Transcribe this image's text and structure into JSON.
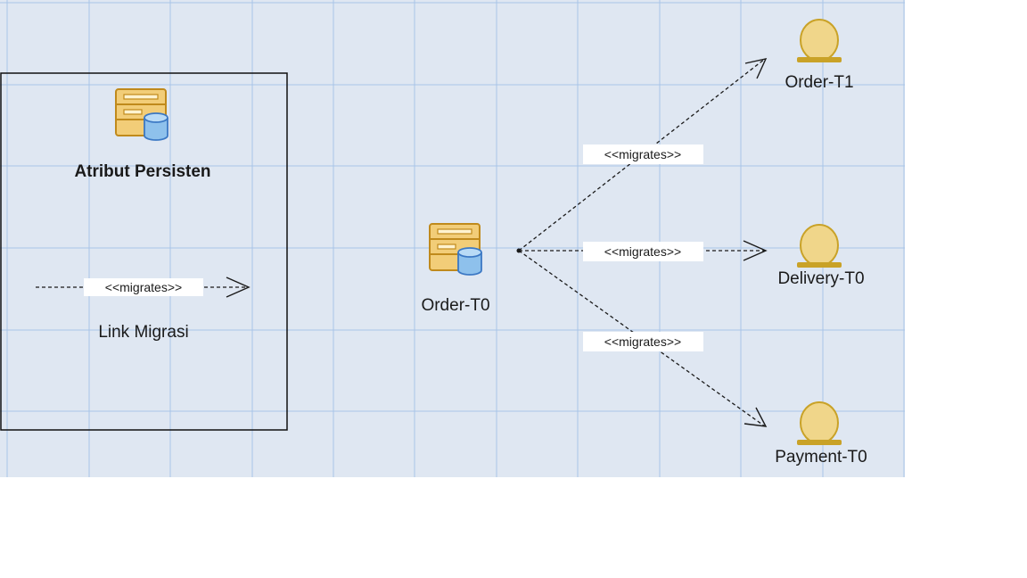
{
  "legend": {
    "persistent_attribute_label": "Atribut Persisten",
    "link_stereotype": "<<migrates>>",
    "link_label": "Link Migrasi"
  },
  "source_node": {
    "label": "Order-T0",
    "icon": "persistent-class-icon"
  },
  "target_nodes": [
    {
      "label": "Order-T1",
      "icon": "actor-head-icon"
    },
    {
      "label": "Delivery-T0",
      "icon": "actor-head-icon"
    },
    {
      "label": "Payment-T0",
      "icon": "actor-head-icon"
    }
  ],
  "links": [
    {
      "stereotype": "<<migrates>>"
    },
    {
      "stereotype": "<<migrates>>"
    },
    {
      "stereotype": "<<migrates>>"
    }
  ],
  "colors": {
    "canvas_background": "#dfe7f2",
    "grid": "#a9c4e8",
    "icon_fill": "#f2cd78",
    "icon_stroke": "#c08a1c",
    "cylinder_fill": "#8ec1ec",
    "cylinder_stroke": "#3b78c4",
    "actor_fill": "#f0d68a",
    "actor_base": "#c9a227"
  }
}
